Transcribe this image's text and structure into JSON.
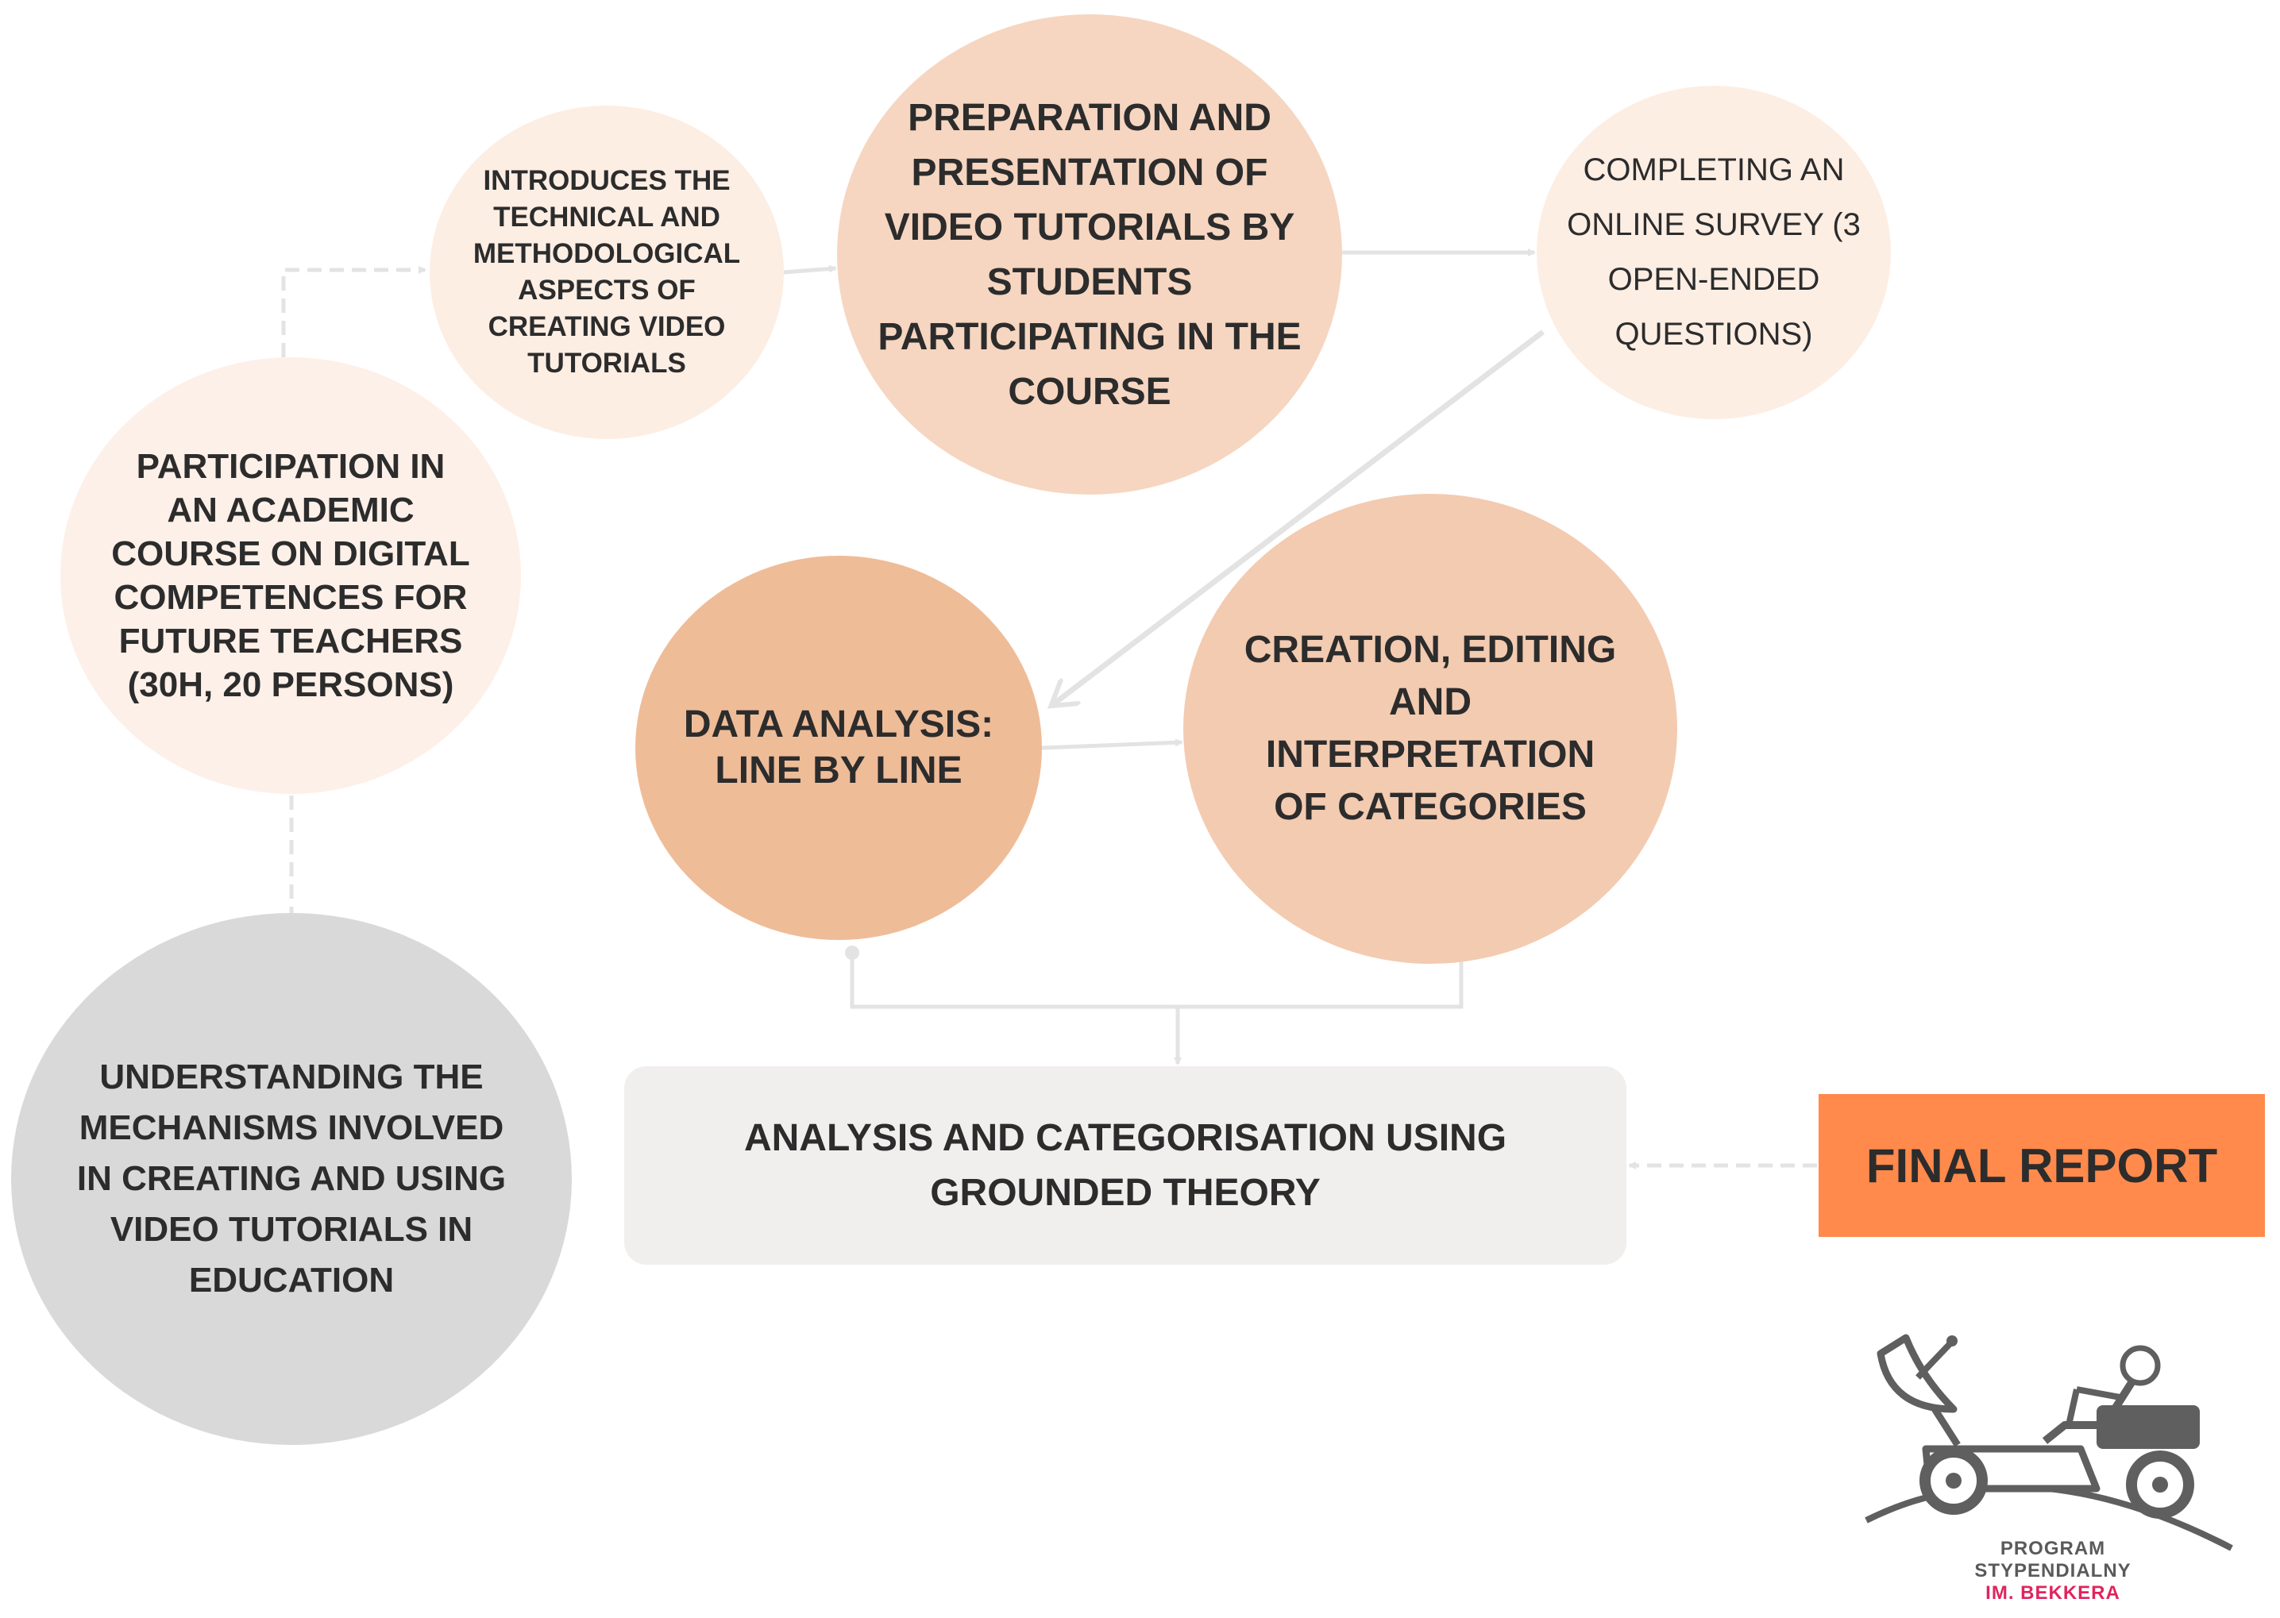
{
  "diagram": {
    "nodes": {
      "participation": "PARTICIPATION IN\nAN ACADEMIC\nCOURSE ON DIGITAL\nCOMPETENCES FOR\nFUTURE TEACHERS\n(30H, 20 PERSONS)",
      "introduces": "INTRODUCES THE\nTECHNICAL AND\nMETHODOLOGICAL\nASPECTS OF\nCREATING VIDEO\nTUTORIALS",
      "preparation": "PREPARATION AND\nPRESENTATION OF\nVIDEO TUTORIALS BY\nSTUDENTS\nPARTICIPATING IN THE\nCOURSE",
      "survey": "COMPLETING AN\nONLINE SURVEY (3\nOPEN-ENDED\nQUESTIONS)",
      "data_analysis": "DATA ANALYSIS:\nLINE BY LINE",
      "creation": "CREATION, EDITING\nAND\nINTERPRETATION\nOF CATEGORIES",
      "understanding": "UNDERSTANDING THE\nMECHANISMS INVOLVED\nIN CREATING AND USING\nVIDEO TUTORIALS IN\nEDUCATION",
      "analysis": "ANALYSIS AND CATEGORISATION USING\nGROUNDED THEORY",
      "final_report": "FINAL REPORT"
    },
    "colors": {
      "light_peach": "#fdf0e8",
      "peach": "#f6d6c1",
      "dark_peach": "#efbc98",
      "grey": "#d9d9d9",
      "box": "#f1eeee",
      "orange": "#ff8a4c",
      "connector": "#e3e3e3"
    }
  },
  "logo": {
    "line1": "PROGRAM",
    "line2": "STYPENDIALNY",
    "line3": "IM. BEKKERA",
    "icon": "rover-icon",
    "text_color": "#5a5a5a",
    "accent_color": "#e0245e"
  }
}
